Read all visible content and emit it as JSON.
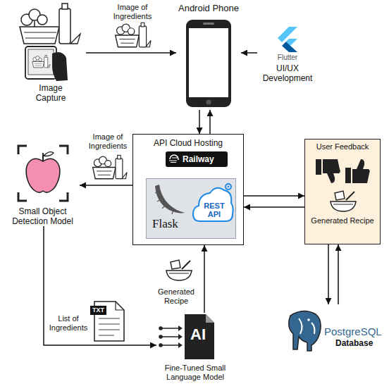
{
  "diagram": {
    "nodes": [
      {
        "text": [
          "Image Capture"
        ]
      },
      {
        "text": [
          "Android Phone"
        ]
      },
      {
        "text": [
          "Flutter",
          "UI/UX Development"
        ]
      },
      {
        "text": [
          "API Cloud Hosting"
        ]
      },
      {
        "text": [
          "Railway"
        ],
        "in": 3
      },
      {
        "text": [
          "Flask",
          "REST API"
        ],
        "in": 3
      },
      {
        "text": [
          "User Feedback",
          "Generated Recipe"
        ]
      },
      {
        "text": [
          "Small Object Detection Model"
        ]
      },
      {
        "text": [
          "AI",
          "Fine-Tuned Small Language Model"
        ]
      },
      {
        "text": [
          "PostgreSQL",
          "Database"
        ]
      }
    ],
    "edges": [
      {
        "from": 0,
        "to": 1,
        "label": "Image of Ingredients",
        "arrow": "to"
      },
      {
        "from": 2,
        "to": 1,
        "arrow": "to"
      },
      {
        "from": 1,
        "to": 3,
        "arrow": "to"
      },
      {
        "from": 3,
        "to": 1,
        "arrow": "to"
      },
      {
        "from": 3,
        "to": 7,
        "label": "Image of Ingredients",
        "arrow": "to"
      },
      {
        "from": 7,
        "to": 8,
        "label": "List of Ingredients",
        "arrow": "to"
      },
      {
        "from": 8,
        "to": 3,
        "label": "Generated Recipe",
        "arrow": "to"
      },
      {
        "from": 3,
        "to": 6,
        "arrow": "to"
      },
      {
        "from": 6,
        "to": 3,
        "arrow": "to"
      },
      {
        "from": 6,
        "to": 9,
        "arrow": "to"
      },
      {
        "from": 9,
        "to": 6,
        "arrow": "to"
      }
    ],
    "labels": [
      "TXT"
    ]
  }
}
